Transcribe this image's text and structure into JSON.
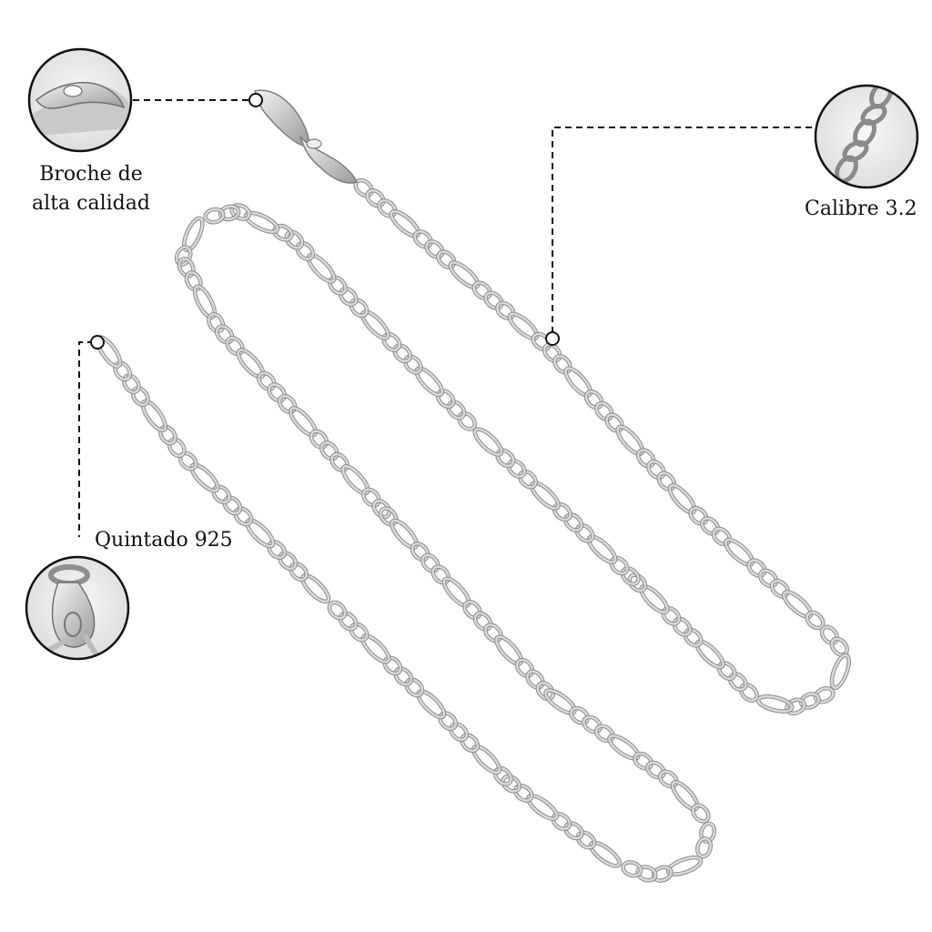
{
  "callouts": {
    "clasp": {
      "line1": "Broche de",
      "line2": "alta calidad",
      "icon": "lobster-clasp-closeup"
    },
    "gauge": {
      "label": "Calibre 3.2",
      "icon": "chain-links-closeup"
    },
    "stamp": {
      "label": "Quintado 925",
      "icon": "925-stamp-tag-closeup"
    }
  },
  "colors": {
    "background": "#ffffff",
    "silver": "#d9d9d9",
    "silver_edge": "#8c8c8c",
    "leader_line": "#111111"
  }
}
